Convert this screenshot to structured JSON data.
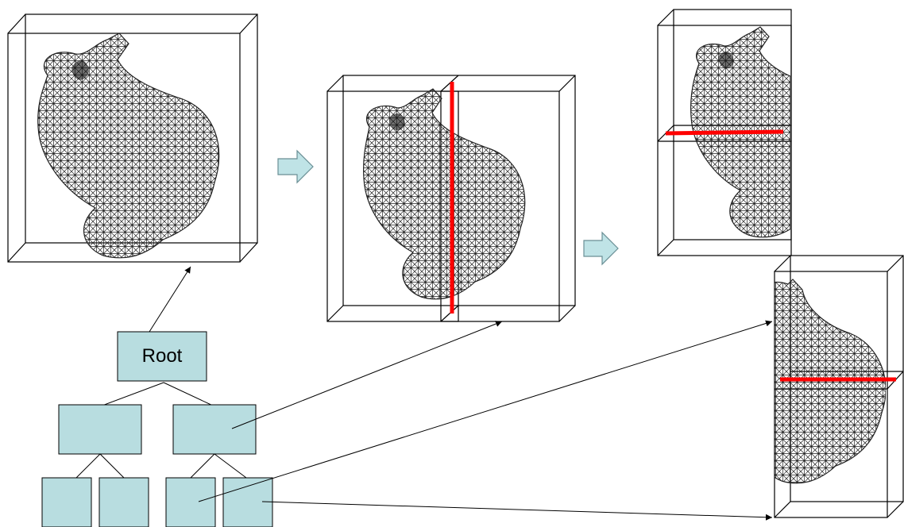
{
  "tree": {
    "root_label": "Root"
  },
  "colors": {
    "node_fill": "#b8dde0",
    "node_stroke": "#000000",
    "split_line": "#ff0000",
    "arrow_fill": "#bfe3e6",
    "arrow_stroke": "#6a8f95",
    "mesh_stroke": "#222222"
  },
  "icons": [
    "bunny-mesh",
    "bounding-box",
    "split-plane",
    "process-arrow"
  ]
}
